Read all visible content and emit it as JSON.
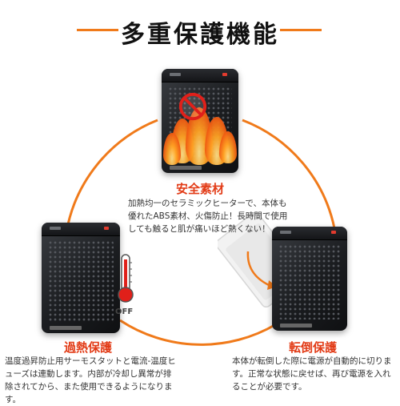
{
  "title": "多重保護機能",
  "colors": {
    "accent": "#f07a1a",
    "feature_title": "#e23b16",
    "heater_body": "#1b1d20"
  },
  "icons": {
    "safety": "no-symbol-icon",
    "overheat": "thermometer-icon",
    "tip_over": "tilt-arrow-icon"
  },
  "thermometer_label": "OFF",
  "features": [
    {
      "title": "安全素材",
      "description": "加熱均一のセラミックヒーターで、本体も優れたABS素材、火傷防止！長時間で使用しても触ると肌が痛いほど熱くない！"
    },
    {
      "title": "過熱保護",
      "description": "温度過昇防止用サーモスタットと電流‐温度ヒューズは連動します。内部が冷却し異常が排除されてから、また使用できるようになります。"
    },
    {
      "title": "転倒保護",
      "description": "本体が転倒した際に電源が自動的に切ります。正常な状態に戻せば、再び電源を入れることが必要です。"
    }
  ]
}
